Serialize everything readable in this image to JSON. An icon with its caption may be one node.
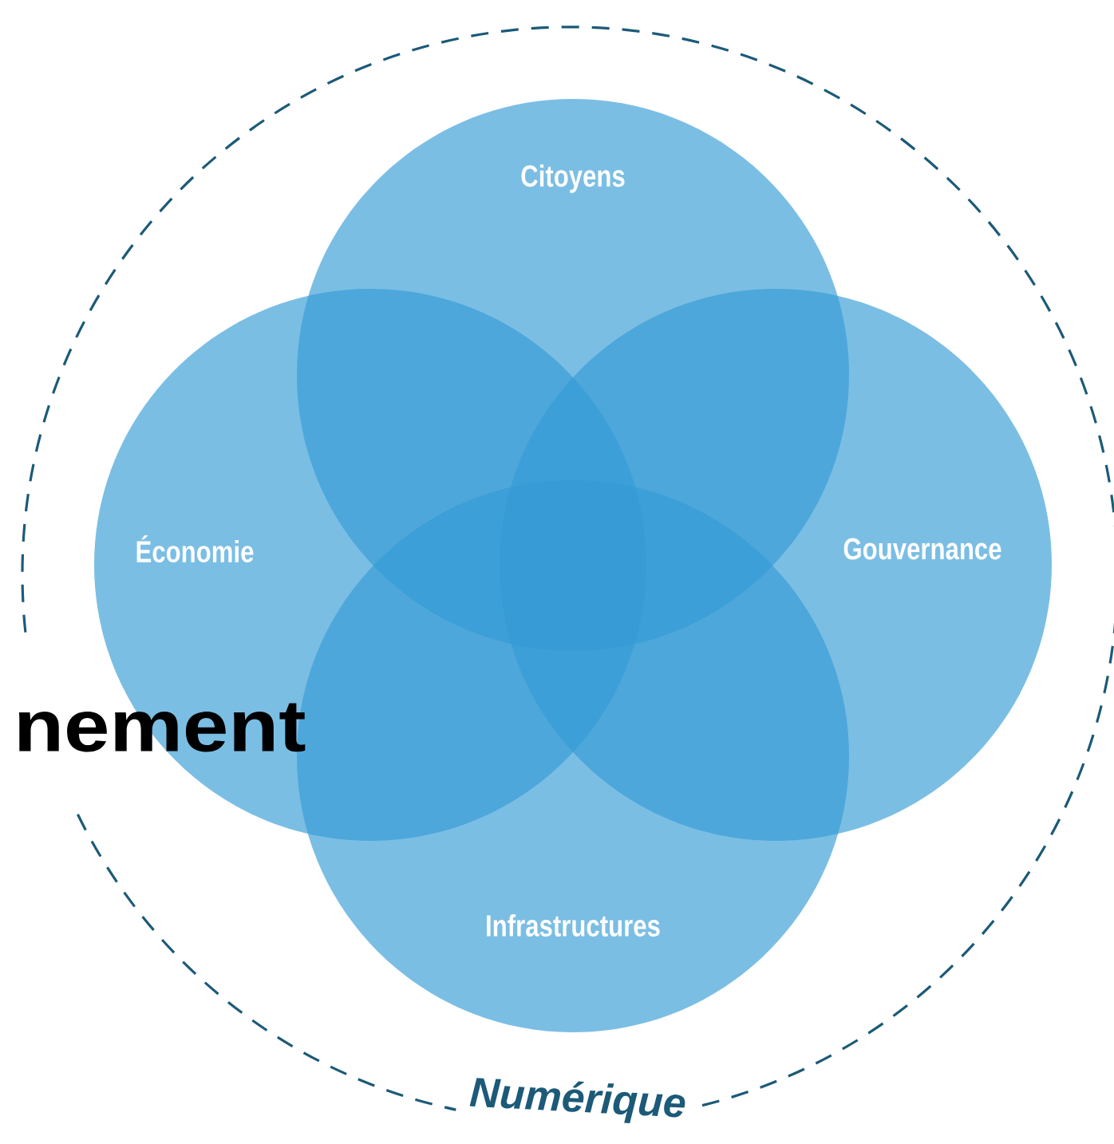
{
  "diagram": {
    "nodes": [
      {
        "text": [
          "Numérique"
        ]
      },
      {
        "text": [
          "Citoyens"
        ],
        "in": 0
      },
      {
        "text": [
          "Économie"
        ],
        "in": 0
      },
      {
        "text": [
          "Gouvernance"
        ],
        "in": 0
      },
      {
        "text": [
          "Infrastructures"
        ],
        "in": 0
      }
    ],
    "labels": [
      "nement"
    ]
  }
}
